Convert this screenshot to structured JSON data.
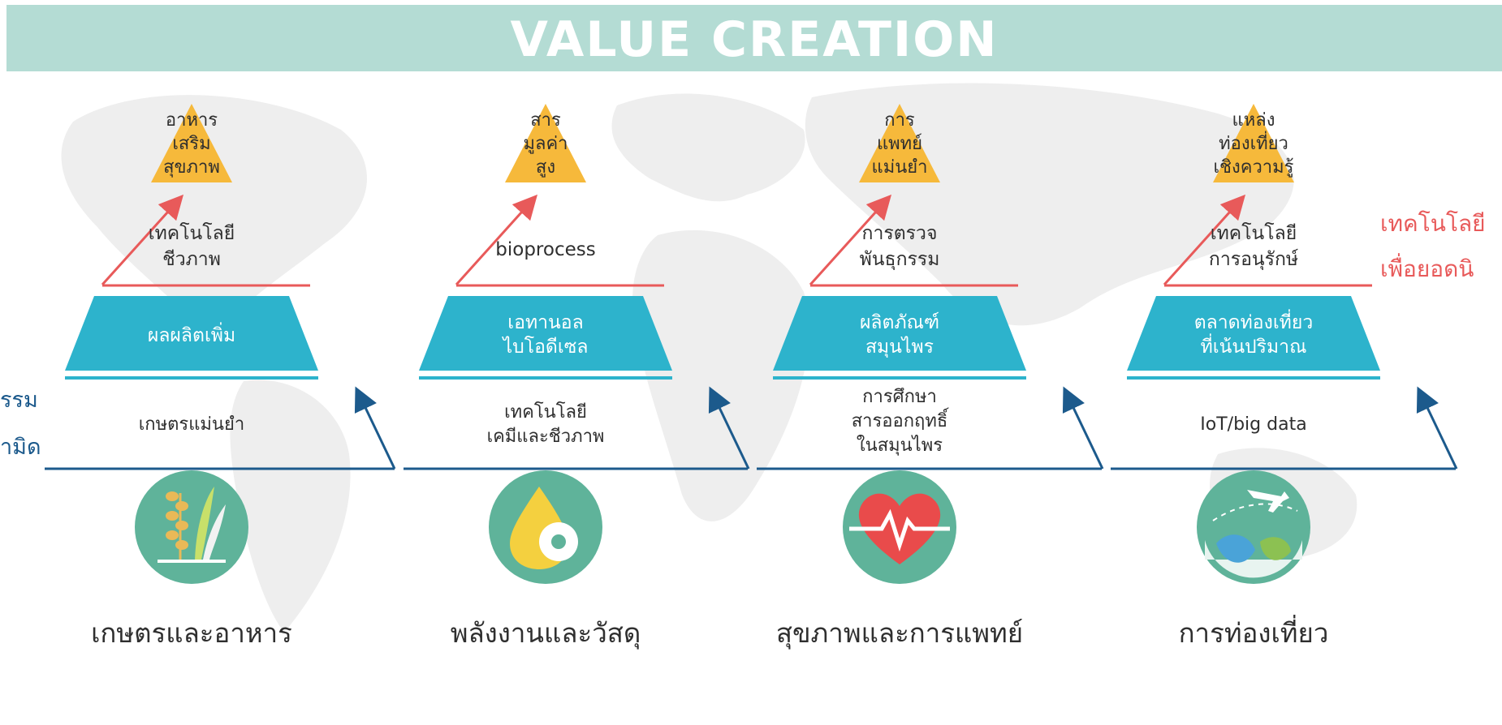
{
  "header": {
    "title": "VALUE CREATION"
  },
  "side_labels": {
    "left_line1": "รรม",
    "left_line2": "ามิด",
    "right_line1": "เทคโนโลยี",
    "right_line2": "เพื่อยอดนิ"
  },
  "colors": {
    "banner": "#b4dcd4",
    "teal": "#2db3cc",
    "gold": "#f6b93b",
    "red": "#e85a5a",
    "blue": "#1c5a8c",
    "icon_circle": "#5fb39a"
  },
  "columns": [
    {
      "top_label": [
        "อาหาร",
        "เสริม",
        "สุขภาพ"
      ],
      "red_label": [
        "เทคโนโลยี",
        "ชีวภาพ"
      ],
      "teal_label": [
        "ผลผลิตเพิ่ม"
      ],
      "base_label": [
        "เกษตรแม่นยำ"
      ],
      "category": "เกษตรและอาหาร",
      "icon": "wheat-icon"
    },
    {
      "top_label": [
        "สาร",
        "มูลค่า",
        "สูง"
      ],
      "red_label": [
        "bioprocess"
      ],
      "teal_label": [
        "เอทานอล",
        "ไบโอดีเซล"
      ],
      "base_label": [
        "เทคโนโลยี",
        "เคมีและชีวภาพ"
      ],
      "category": "พลังงานและวัสดุ",
      "icon": "oil-drop-gear-icon"
    },
    {
      "top_label": [
        "การ",
        "แพทย์",
        "แม่นยำ"
      ],
      "red_label": [
        "การตรวจ",
        "พันธุกรรม"
      ],
      "teal_label": [
        "ผลิตภัณฑ์",
        "สมุนไพร"
      ],
      "base_label": [
        "การศึกษา",
        "สารออกฤทธิ์",
        "ในสมุนไพร"
      ],
      "category": "สุขภาพและการแพทย์",
      "icon": "heart-pulse-icon"
    },
    {
      "top_label": [
        "แหล่ง",
        "ท่องเที่ยว",
        "เชิงความรู้"
      ],
      "red_label": [
        "เทคโนโลยี",
        "การอนุรักษ์"
      ],
      "teal_label": [
        "ตลาดท่องเที่ยว",
        "ที่เน้นปริมาณ"
      ],
      "base_label": [
        "IoT/big data"
      ],
      "category": "การท่องเที่ยว",
      "icon": "airplane-globe-icon"
    }
  ]
}
